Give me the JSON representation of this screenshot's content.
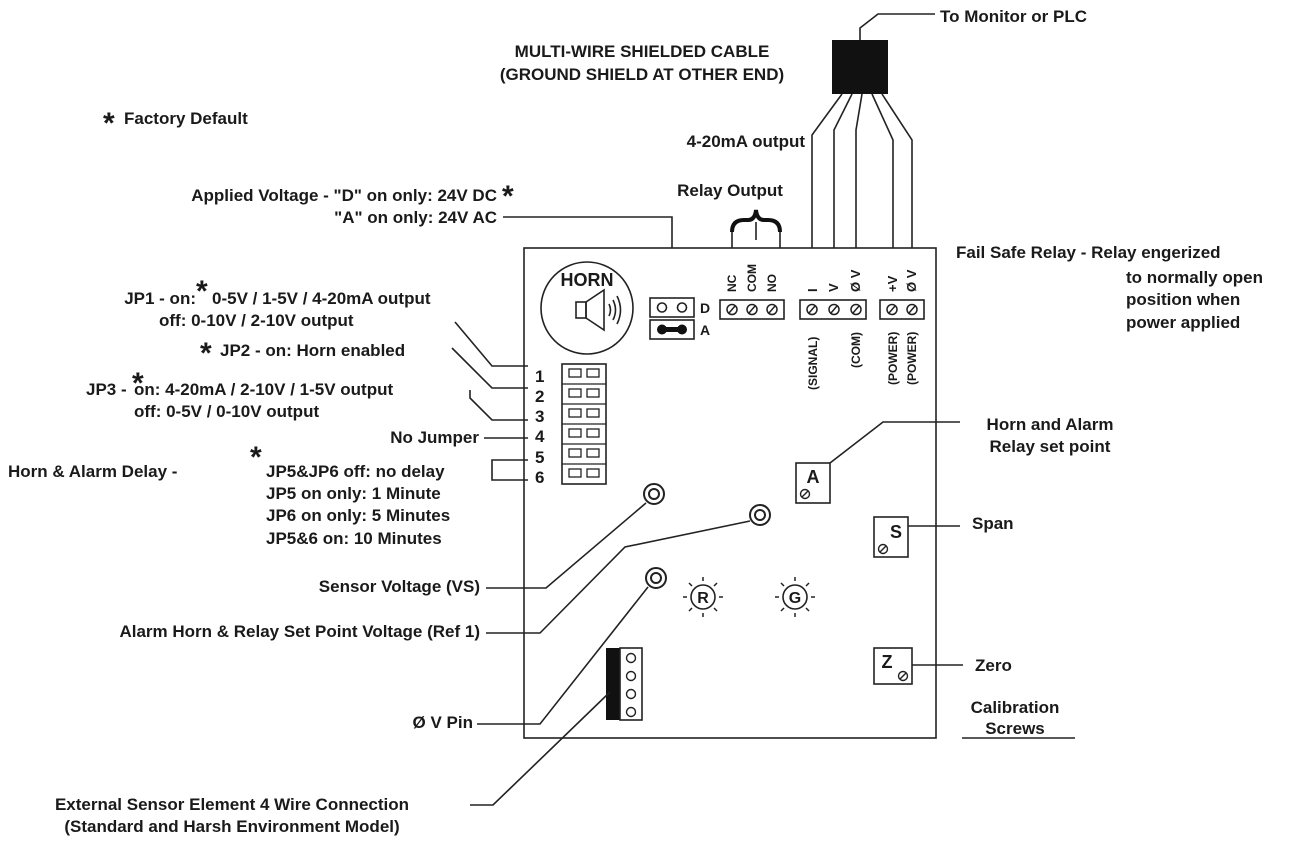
{
  "labels": {
    "to_monitor": "To Monitor or PLC",
    "cable_line1": "MULTI-WIRE SHIELDED CABLE",
    "cable_line2": "(GROUND SHIELD AT OTHER END)",
    "factory_default": "Factory Default",
    "output_4_20": "4-20mA output",
    "relay_output": "Relay Output",
    "applied_voltage_line1": "Applied Voltage - \"D\" on only: 24V DC",
    "applied_voltage_line2": "\"A\" on only: 24V AC",
    "failsafe_line1": "Fail Safe Relay - Relay engerized",
    "failsafe_line2": "to normally open",
    "failsafe_line3": "position when",
    "failsafe_line4": "power applied",
    "jp1_line1": "JP1 - on:",
    "jp1_line1b": "0-5V / 1-5V / 4-20mA output",
    "jp1_line2": "off:  0-10V / 2-10V output",
    "jp2": "JP2 - on: Horn enabled",
    "jp3_line1a": "JP3 -",
    "jp3_line1b": "on: 4-20mA / 2-10V / 1-5V output",
    "jp3_line2": "off: 0-5V / 0-10V output",
    "no_jumper": "No Jumper",
    "delay_line1a": "Horn & Alarm Delay -",
    "delay_line1b": "JP5&JP6 off: no delay",
    "delay_line2": "JP5 on only: 1 Minute",
    "delay_line3": "JP6 on only: 5 Minutes",
    "delay_line4": "JP5&6 on:  10 Minutes",
    "horn_alarm_line1": "Horn and Alarm",
    "horn_alarm_line2": "Relay set point",
    "span": "Span",
    "zero": "Zero",
    "sensor_voltage": "Sensor Voltage (VS)",
    "alarm_setpoint": "Alarm Horn & Relay Set Point Voltage (Ref 1)",
    "zero_v_pin": "Ø V Pin",
    "calibration_line1": "Calibration",
    "calibration_line2": "Screws",
    "external_line1": "External Sensor Element 4 Wire Connection",
    "external_line2": "(Standard and Harsh Environment Model)"
  },
  "board": {
    "horn": "HORN",
    "jumper_d": "D",
    "jumper_a": "A",
    "relay_terminals": [
      "NC",
      "COM",
      "NO"
    ],
    "signal_terminals": [
      "I",
      "V",
      "Ø V"
    ],
    "power_terminals": [
      "+V",
      "Ø V"
    ],
    "signal_labels": [
      "(SIGNAL)",
      "(COM)"
    ],
    "power_labels": [
      "(POWER)",
      "(POWER)"
    ],
    "jumper_numbers": [
      "1",
      "2",
      "3",
      "4",
      "5",
      "6"
    ],
    "led_r": "R",
    "led_g": "G",
    "pot_a": "A",
    "pot_s": "S",
    "pot_z": "Z"
  },
  "marks": {
    "asterisk": "*"
  }
}
